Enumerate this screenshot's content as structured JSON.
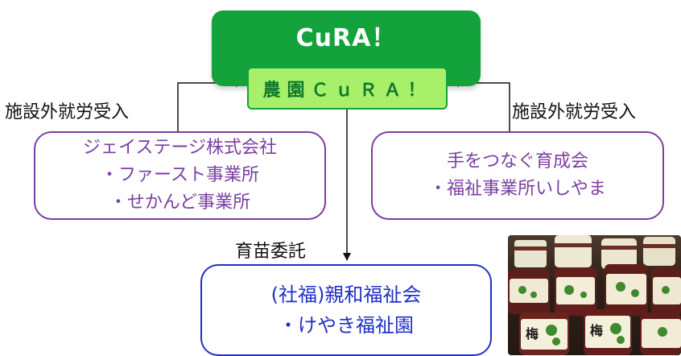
{
  "top": {
    "title": "CuRA！",
    "subtitle": "農園ＣｕＲＡ！"
  },
  "left_org": {
    "line1": "ジェイステージ株式会社",
    "line2": "・ファースト事業所",
    "line3": "・せかんど事業所"
  },
  "right_org": {
    "line1": "手をつなぐ育成会",
    "line2": "・福祉事業所いしやま"
  },
  "bottom_org": {
    "line1": "(社福)親和福祉会",
    "line2": "・けやき福祉園"
  },
  "labels": {
    "left": "施設外就労受入",
    "right": "施設外就労受入",
    "center": "育苗委託"
  },
  "photo": {
    "jar_label_text": "梅"
  },
  "colors": {
    "main_green": "#14a23c",
    "light_green": "#a8f06a",
    "purple": "#7b3ea3",
    "blue": "#2030c8"
  }
}
